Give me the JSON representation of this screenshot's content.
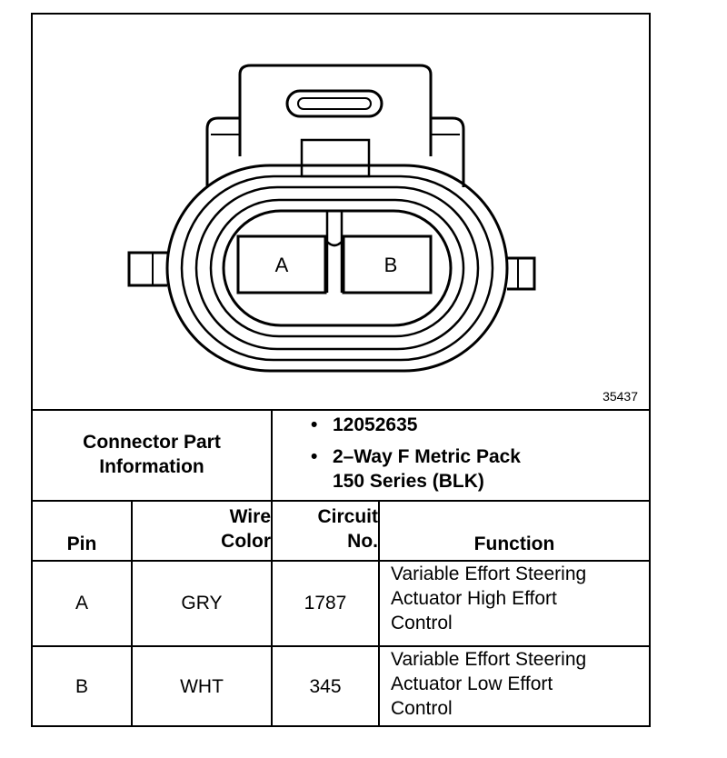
{
  "diagram": {
    "cavity_a": "A",
    "cavity_b": "B",
    "figure_number": "35437"
  },
  "connector_info": {
    "label_line1": "Connector Part",
    "label_line2": "Information",
    "part_number": "12052635",
    "desc_line1": "2–Way F Metric Pack",
    "desc_line2": "150 Series (BLK)"
  },
  "table": {
    "headers": {
      "pin": "Pin",
      "wire_color_line1": "Wire",
      "wire_color_line2": "Color",
      "circuit_line1": "Circuit",
      "circuit_line2": "No.",
      "function": "Function"
    },
    "rows": [
      {
        "pin": "A",
        "wire_color": "GRY",
        "circuit": "1787",
        "function_lines": [
          "Variable Effort Steering",
          "Actuator High Effort",
          "Control"
        ]
      },
      {
        "pin": "B",
        "wire_color": "WHT",
        "circuit": "345",
        "function_lines": [
          "Variable Effort Steering",
          "Actuator Low Effort",
          "Control"
        ]
      }
    ]
  }
}
